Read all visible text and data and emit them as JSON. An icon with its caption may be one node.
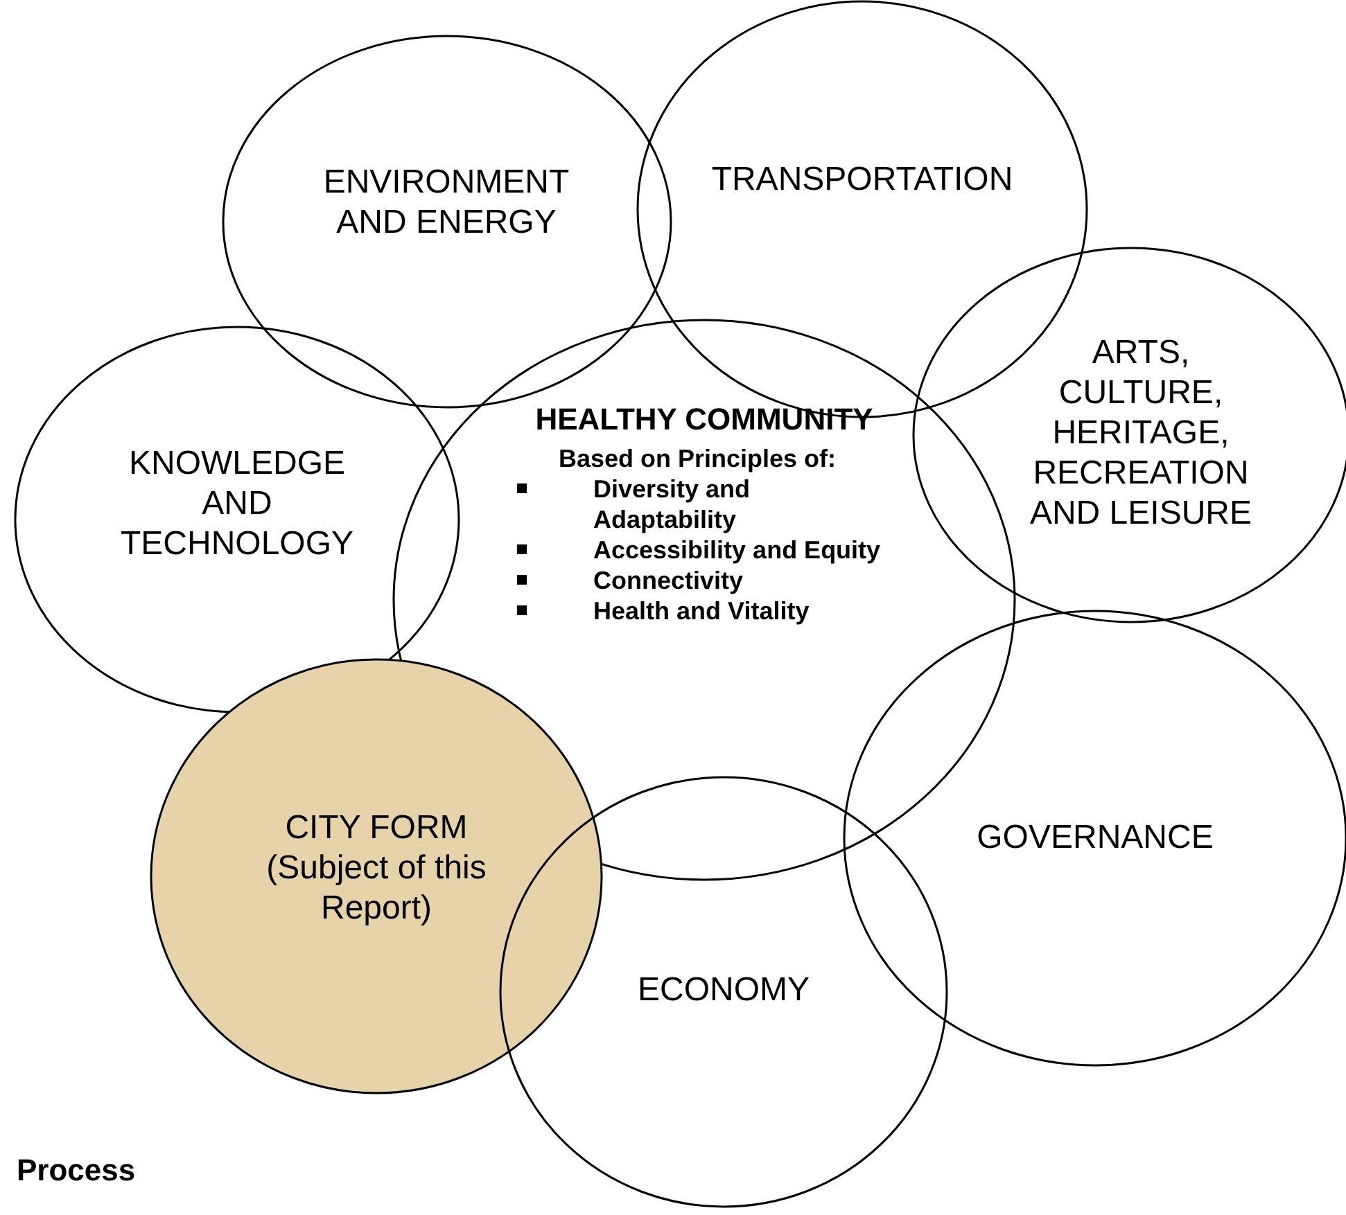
{
  "diagram": {
    "nodes": [
      {
        "text": [
          "ENVIRONMENT AND ENERGY"
        ]
      },
      {
        "text": [
          "TRANSPORTATION"
        ]
      },
      {
        "text": [
          "ARTS, CULTURE, HERITAGE, RECREATION AND LEISURE"
        ]
      },
      {
        "text": [
          "KNOWLEDGE AND TECHNOLOGY"
        ]
      },
      {
        "text": [
          "HEALTHY COMMUNITY",
          "Based on Principles of:",
          "Diversity and Adaptability",
          "Accessibility and Equity",
          "Connectivity",
          "Health and Vitality"
        ]
      },
      {
        "text": [
          "CITY FORM (Subject of this Report)"
        ]
      },
      {
        "text": [
          "GOVERNANCE"
        ]
      },
      {
        "text": [
          "ECONOMY"
        ]
      }
    ],
    "edges": [],
    "labels": [
      "Process"
    ]
  }
}
